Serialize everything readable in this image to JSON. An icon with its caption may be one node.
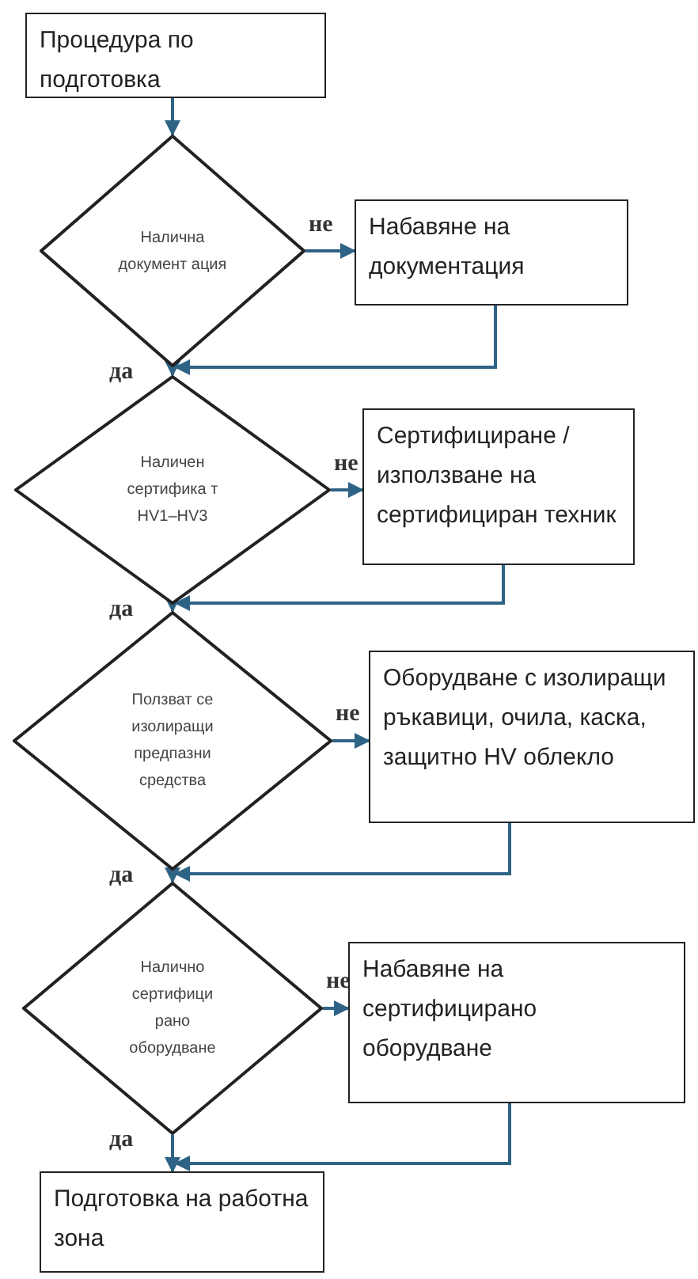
{
  "diagram": {
    "nodes": [
      {
        "text": [
          "Процедура по подготовка"
        ]
      },
      {
        "text": [
          "Налична документ ация"
        ]
      },
      {
        "text": [
          "Набавяне на документация"
        ]
      },
      {
        "text": [
          "Наличен сертифика т HV1–HV3"
        ]
      },
      {
        "text": [
          "Сертифициране / използване на сертифициран техник"
        ]
      },
      {
        "text": [
          "Ползват се изолиращи предпазни средства"
        ]
      },
      {
        "text": [
          "Оборудване с изолиращи ръкавици, очила, каска, защитно HV облекло"
        ]
      },
      {
        "text": [
          "Налично сертифици рано оборудване"
        ]
      },
      {
        "text": [
          "Набавяне на сертифицирано оборудване"
        ]
      },
      {
        "text": [
          "Подготовка на работна зона"
        ]
      }
    ],
    "edges": [
      {
        "from": 0,
        "to": 1,
        "arrow": "to"
      },
      {
        "from": 1,
        "to": 2,
        "arrow": "to",
        "label": "не"
      },
      {
        "from": 1,
        "to": 3,
        "arrow": "to",
        "label": "да"
      },
      {
        "from": 2,
        "to": 3,
        "arrow": "to"
      },
      {
        "from": 3,
        "to": 4,
        "arrow": "to",
        "label": "не"
      },
      {
        "from": 3,
        "to": 5,
        "arrow": "to",
        "label": "да"
      },
      {
        "from": 4,
        "to": 5,
        "arrow": "to"
      },
      {
        "from": 5,
        "to": 6,
        "arrow": "to",
        "label": "не"
      },
      {
        "from": 5,
        "to": 7,
        "arrow": "to",
        "label": "да"
      },
      {
        "from": 6,
        "to": 7,
        "arrow": "to"
      },
      {
        "from": 7,
        "to": 8,
        "arrow": "to",
        "label": "не"
      },
      {
        "from": 7,
        "to": 9,
        "arrow": "to",
        "label": "да"
      },
      {
        "from": 8,
        "to": 9,
        "arrow": "to"
      }
    ]
  }
}
